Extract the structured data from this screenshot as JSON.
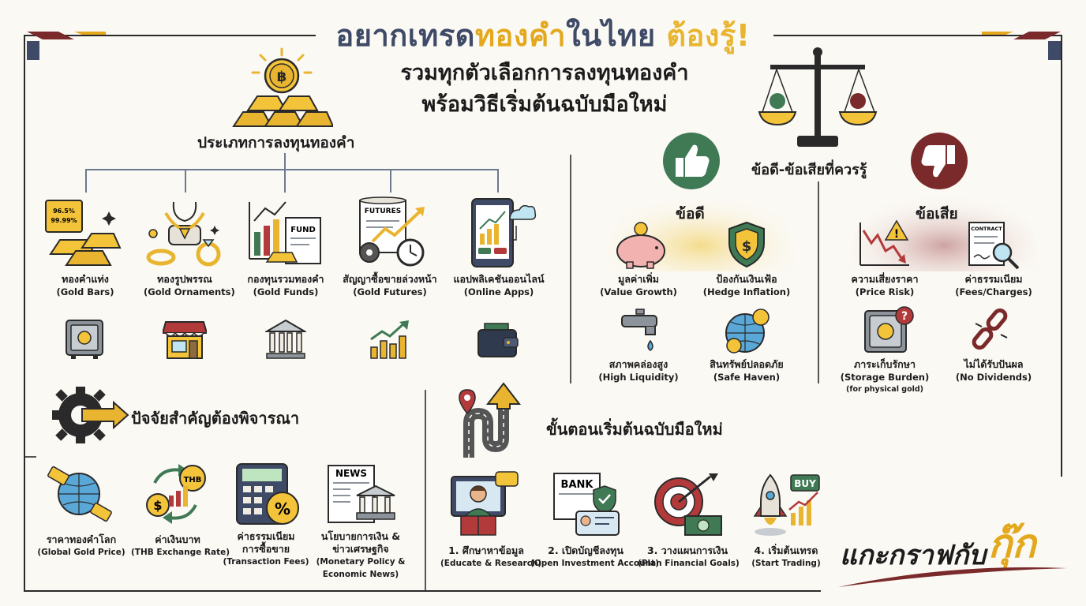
{
  "header": {
    "title_part1": "อยากเทรด",
    "title_part2": "ทองคำ",
    "title_part3": "ในไทย ",
    "title_part4": "ต้องรู้!",
    "subtitle_line1": "รวมทุกตัวเลือกการลงทุนทองคำ",
    "subtitle_line2": "พร้อมวิธีเริ่มต้นฉบับมือใหม่"
  },
  "types": {
    "heading": "ประเภทการลงทุนทองคำ",
    "items": [
      {
        "th": "ทองคำแท่ง",
        "en": "(Gold Bars)",
        "icon": "gold-bars-icon",
        "sub_icon": "safe-icon",
        "bar_text1": "96.5%",
        "bar_text2": "99.99%"
      },
      {
        "th": "ทองรูปพรรณ",
        "en": "(Gold Ornaments)",
        "icon": "jewelry-icon",
        "sub_icon": "shop-icon"
      },
      {
        "th": "กองทุนรวมทองคำ",
        "en": "(Gold Funds)",
        "icon": "fund-document-icon",
        "sub_icon": "bank-icon",
        "doc_text": "FUND"
      },
      {
        "th": "สัญญาซื้อขายล่วงหน้า",
        "en": "(Gold Futures)",
        "icon": "futures-scroll-icon",
        "sub_icon": "growth-chart-icon",
        "doc_text": "FUTURES"
      },
      {
        "th": "แอปพลิเคชันออนไลน์",
        "en": "(Online Apps)",
        "icon": "trading-app-icon",
        "sub_icon": "wallet-icon"
      }
    ],
    "coin_symbol": "฿"
  },
  "proscons": {
    "heading": "ข้อดี-ข้อเสียที่ควรรู้",
    "pros_label": "ข้อดี",
    "cons_label": "ข้อเสีย",
    "pros": [
      {
        "th": "มูลค่าเพิ่ม",
        "en": "(Value Growth)",
        "icon": "piggy-bank-icon"
      },
      {
        "th": "ป้องกันเงินเฟ้อ",
        "en": "(Hedge Inflation)",
        "icon": "shield-dollar-icon"
      },
      {
        "th": "สภาพคล่องสูง",
        "en": "(High Liquidity)",
        "icon": "faucet-icon"
      },
      {
        "th": "สินทรัพย์ปลอดภัย",
        "en": "(Safe Haven)",
        "icon": "globe-coins-icon"
      }
    ],
    "cons": [
      {
        "th": "ความเสี่ยงราคา",
        "en": "(Price Risk)",
        "icon": "falling-chart-icon"
      },
      {
        "th": "ค่าธรรมเนียม",
        "en": "(Fees/Charges)",
        "icon": "contract-icon",
        "doc_text": "CONTRACT"
      },
      {
        "th": "ภาระเก็บรักษา",
        "en": "(Storage Burden)",
        "note": "(for physical gold)",
        "icon": "vault-question-icon"
      },
      {
        "th": "ไม่ได้รับปันผล",
        "en": "(No Dividends)",
        "icon": "broken-chain-icon"
      }
    ]
  },
  "factors": {
    "heading": "ปัจจัยสำคัญต้องพิจารณา",
    "items": [
      {
        "th": "ราคาทองคำโลก",
        "en": "(Global Gold Price)",
        "icon": "globe-price-icon"
      },
      {
        "th": "ค่าเงินบาท",
        "en": "(THB Exchange Rate)",
        "icon": "exchange-icon",
        "badge": "THB"
      },
      {
        "th1": "ค่าธรรมเนียม",
        "th2": "การซื้อขาย",
        "en": "(Transaction Fees)",
        "icon": "calculator-icon"
      },
      {
        "th1": "นโยบายการเงิน &",
        "th2": "ข่าวเศรษฐกิจ",
        "en1": "(Monetary Policy &",
        "en2": "Economic News)",
        "icon": "newspaper-icon",
        "paper_text": "NEWS"
      }
    ]
  },
  "steps": {
    "heading": "ขั้นตอนเริ่มต้นฉบับมือใหม่",
    "items": [
      {
        "th": "1. ศึกษาหาข้อมูล",
        "en": "(Educate & Research)",
        "icon": "reading-person-icon"
      },
      {
        "th": "2. เปิดบัญชีลงทุน",
        "en": "(Open Investment Account)",
        "icon": "bank-card-icon",
        "sign": "BANK"
      },
      {
        "th": "3. วางแผนการเงิน",
        "en": "(Plan Financial Goals)",
        "icon": "target-icon"
      },
      {
        "th": "4. เริ่มต้นเทรด",
        "en": "(Start Trading)",
        "icon": "rocket-buy-icon",
        "sign": "BUY"
      }
    ]
  },
  "brand": {
    "text": "แกะกราฟกับ",
    "accent": "กุ๊ก"
  },
  "colors": {
    "gold": "#e3a81d",
    "navy": "#3e4a66",
    "green": "#3f7a55",
    "maroon": "#7a2a2a"
  }
}
